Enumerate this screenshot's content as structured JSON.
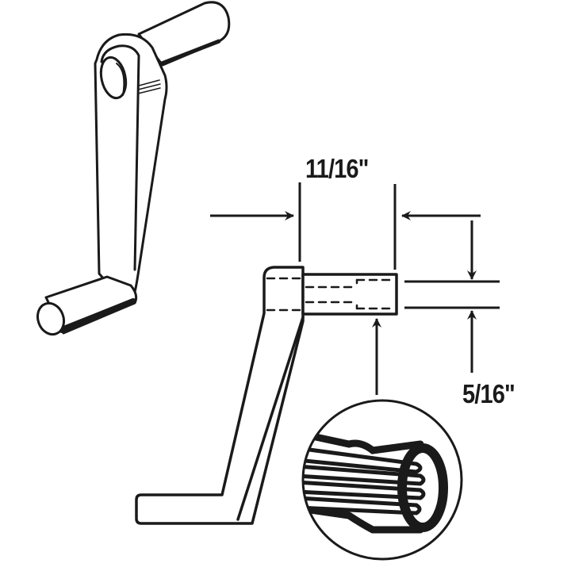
{
  "diagram": {
    "subject": "window crank handle",
    "views": [
      {
        "name": "perspective-view",
        "description": "3D perspective view of crank handle"
      },
      {
        "name": "side-view",
        "description": "side profile with dimensions"
      },
      {
        "name": "detail-view",
        "description": "circular close-up of splined socket"
      }
    ],
    "dimensions": {
      "length": {
        "label": "11/16\"",
        "measures": "spline shaft length"
      },
      "diameter": {
        "label": "5/16\"",
        "measures": "spline shaft diameter"
      }
    },
    "colors": {
      "line": "#1a1a1a",
      "background": "#ffffff"
    }
  }
}
